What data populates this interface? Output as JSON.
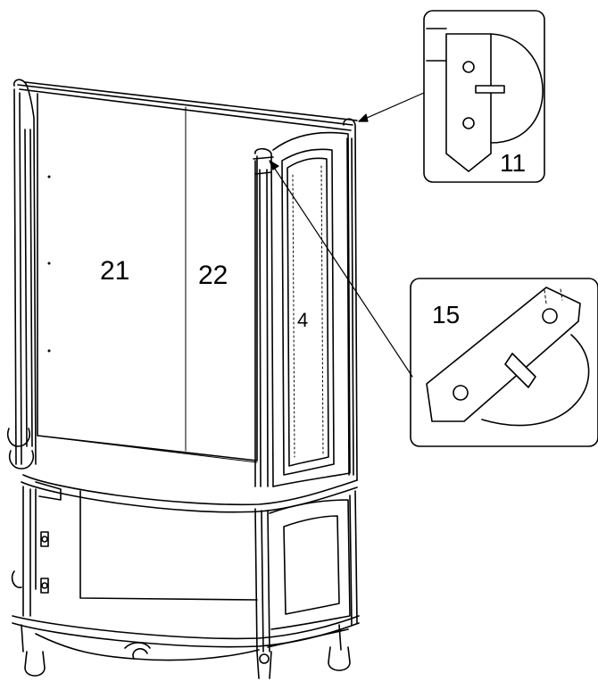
{
  "labels": {
    "panel_left": "21",
    "panel_right": "22",
    "door": "4"
  },
  "callouts": {
    "top": {
      "part_number": "11"
    },
    "bottom": {
      "part_number": "15"
    }
  },
  "colors": {
    "line": "#000000",
    "background": "#ffffff",
    "fill": "#ffffff"
  }
}
